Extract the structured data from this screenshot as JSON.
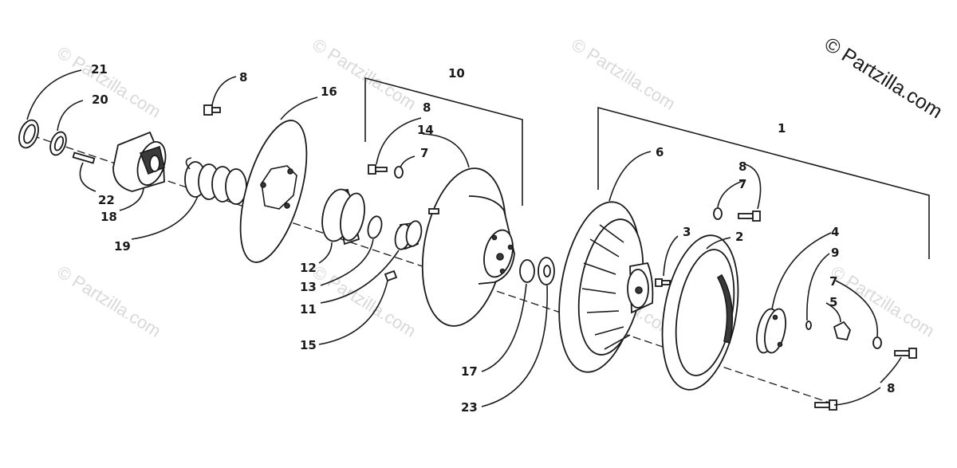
{
  "copyright": "© Partzilla.com",
  "watermarks": [
    "© Partzilla.com"
  ],
  "callouts": {
    "c1": "1",
    "c2": "2",
    "c3": "3",
    "c4": "4",
    "c5": "5",
    "c6": "6",
    "c7a": "7",
    "c7b": "7",
    "c7c": "7",
    "c8a": "8",
    "c8b": "8",
    "c8c": "8",
    "c8d": "8",
    "c9": "9",
    "c10": "10",
    "c11": "11",
    "c12": "12",
    "c13": "13",
    "c14": "14",
    "c15": "15",
    "c16": "16",
    "c17": "17",
    "c18": "18",
    "c19": "19",
    "c20": "20",
    "c21": "21",
    "c22": "22",
    "c23": "23"
  },
  "colors": {
    "ink": "#1a1a1a",
    "watermark": "#d9d9d9",
    "background": "#ffffff"
  }
}
